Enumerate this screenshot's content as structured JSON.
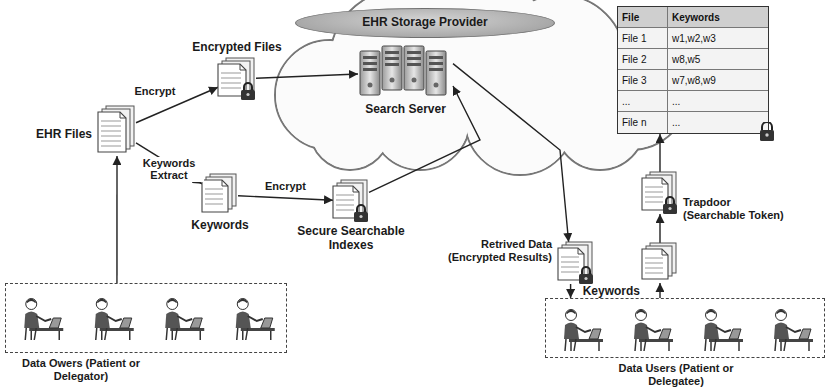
{
  "diagram": {
    "nodes": [
      {
        "text": [
          "EHR Storage Provider"
        ]
      },
      {
        "text": [
          "Search Server"
        ]
      },
      {
        "text": [
          "File",
          "Keywords",
          "File 1",
          "w1,w2,w3",
          "File 2",
          "w8,w5",
          "File 3",
          "w7,w8,w9",
          "...",
          "...",
          "File n",
          "..."
        ]
      },
      {
        "text": [
          "Encrypted Files"
        ]
      },
      {
        "text": [
          "EHR Files"
        ]
      },
      {
        "text": [
          "Keywords"
        ]
      },
      {
        "text": [
          "Secure Searchable Indexes"
        ]
      },
      {
        "text": [
          "Data Owers (Patient or Delegator)"
        ]
      },
      {
        "text": [
          "Retrived Data (Encrypted Results)"
        ]
      },
      {
        "text": [
          "Data Users (Patient or Delegatee)"
        ]
      },
      {
        "text": [
          "Keywords"
        ]
      },
      {
        "text": [
          "Trapdoor (Searchable Token)"
        ]
      }
    ],
    "edges": [
      {
        "from": 7,
        "to": 4,
        "arrow": "to"
      },
      {
        "from": 4,
        "to": 3,
        "label": "Encrypt",
        "arrow": "to"
      },
      {
        "from": 4,
        "to": 5,
        "label": "Keywords Extract",
        "arrow": "to"
      },
      {
        "from": 5,
        "to": 6,
        "label": "Encrypt",
        "arrow": "to"
      },
      {
        "from": 3,
        "to": 1,
        "arrow": "to"
      },
      {
        "from": 6,
        "to": 1,
        "arrow": "to"
      },
      {
        "from": 1,
        "to": 8,
        "arrow": "to"
      },
      {
        "from": 8,
        "to": 9,
        "arrow": "to"
      },
      {
        "from": 9,
        "to": 10,
        "arrow": "to"
      },
      {
        "from": 10,
        "to": 11,
        "arrow": "to"
      },
      {
        "from": 11,
        "to": 2,
        "arrow": "to"
      }
    ]
  }
}
